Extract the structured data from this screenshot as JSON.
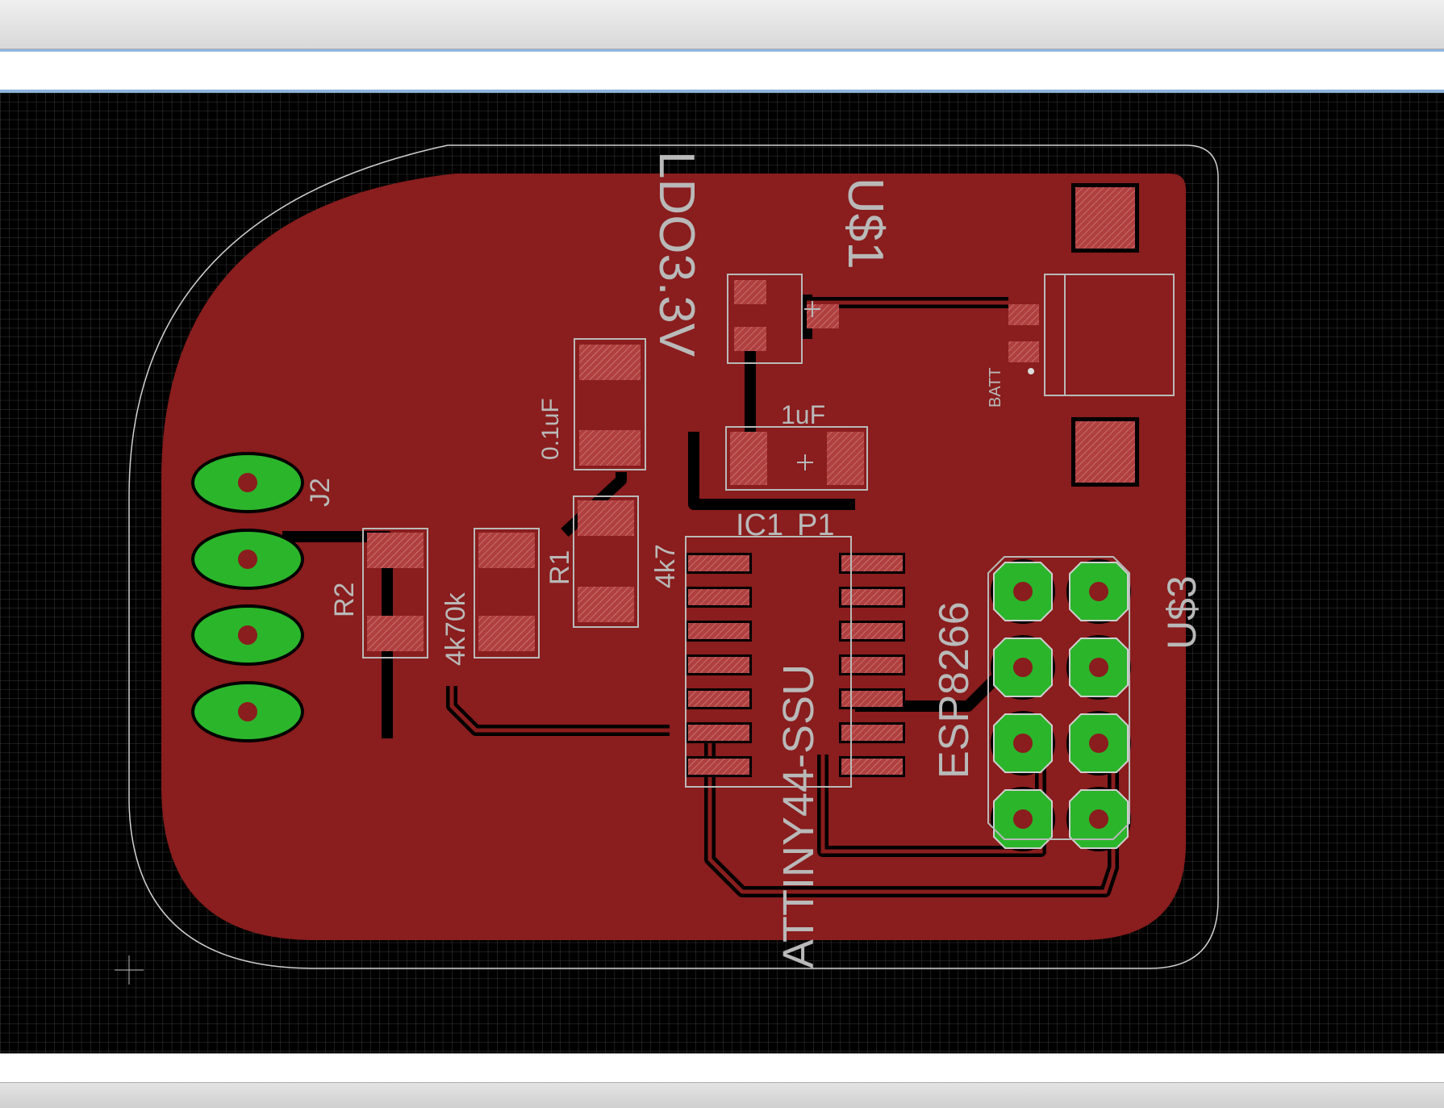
{
  "window": {
    "toolbar": {},
    "tab_strip": {},
    "status_bar": {}
  },
  "board": {
    "parts": [
      {
        "id": "ldo",
        "name": "LDO3.3V",
        "label": "LDO3.3V"
      },
      {
        "id": "us1",
        "name": "U$1",
        "label": "U$1"
      },
      {
        "id": "c_01uf",
        "label": "0.1uF"
      },
      {
        "id": "c_1uf",
        "label": "1uF"
      },
      {
        "id": "batt",
        "label": "BATT"
      },
      {
        "id": "j2",
        "label": "J2"
      },
      {
        "id": "r2",
        "label": "R2"
      },
      {
        "id": "r_4k70k",
        "label": "4k70k"
      },
      {
        "id": "r_r1",
        "label": "R1"
      },
      {
        "id": "r_4k7",
        "label": "4k7"
      },
      {
        "id": "ic1",
        "label": "IC1"
      },
      {
        "id": "p1",
        "label": "P1"
      },
      {
        "id": "attiny",
        "label": "ATTINY44-SSU"
      },
      {
        "id": "esp8266",
        "label": "ESP8266"
      },
      {
        "id": "us3",
        "label": "U$3"
      }
    ],
    "colors": {
      "background": "#000000",
      "grid": "#3a3a3a",
      "copper_pour": "#8a1d1d",
      "smd_pad": "#b04040",
      "thru_pad": "#2bb52b",
      "silkscreen": "#b9b9b9",
      "outline": "#d0d0d0"
    }
  }
}
